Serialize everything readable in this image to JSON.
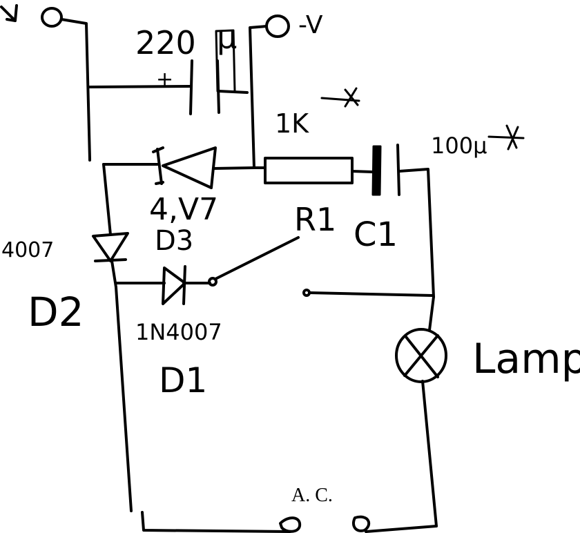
{
  "colors": {
    "ink": "#000000",
    "paper": "#ffffff"
  },
  "terminals": {
    "negative": "-V"
  },
  "capacitor_main": {
    "value": "220",
    "unit": "μ",
    "polarity": "+"
  },
  "resistor": {
    "value": "1K"
  },
  "capacitor_c1": {
    "value": "100μ",
    "name": "C1"
  },
  "zener": {
    "value": "4,V7",
    "name": "D3"
  },
  "relay": {
    "name": "R1"
  },
  "diode_d2": {
    "part": "4007",
    "name": "D2"
  },
  "diode_d1": {
    "part": "1N4007",
    "name": "D1"
  },
  "lamp": {
    "label": "Lamp"
  },
  "signature": "A. C."
}
